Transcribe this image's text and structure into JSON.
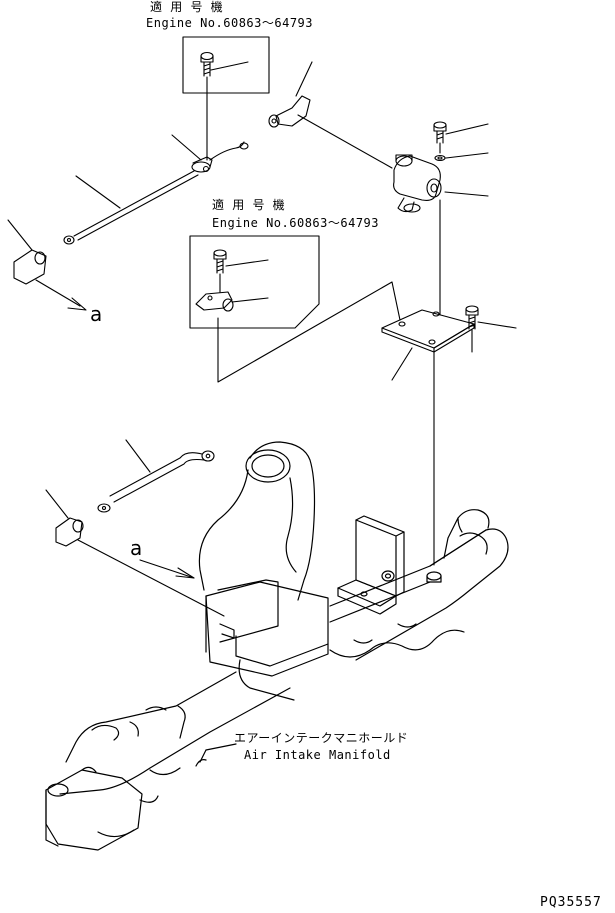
{
  "upper_box": {
    "jp_label": "適 用 号 機",
    "engine_label": "Engine No.60863～64793"
  },
  "lower_box": {
    "jp_label": "適 用 号 機",
    "engine_label": "Engine No.60863～64793"
  },
  "callout_upper": "a",
  "callout_lower": "a",
  "manifold": {
    "jp_label": "エアーインテークマニホールド",
    "en_label": "Air Intake Manifold"
  },
  "reference_code": "PQ35557",
  "colors": {
    "line": "#000000",
    "background": "#ffffff"
  }
}
